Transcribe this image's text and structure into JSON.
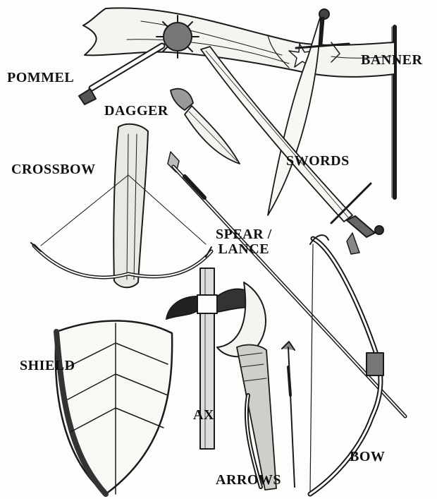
{
  "labels": {
    "pommel": "POMMEL",
    "dagger": "DAGGER",
    "banner": "BANNER",
    "crossbow": "CROSSBOW",
    "swords": "SWORDS",
    "spear_line1": "SPEAR /",
    "spear_line2": "LANCE",
    "shield": "SHIELD",
    "ax": "AX",
    "arrows": "ARROWS",
    "bow": "BOW"
  },
  "colors": {
    "ink": "#1a1a1a",
    "background": "#fdfdfb"
  }
}
